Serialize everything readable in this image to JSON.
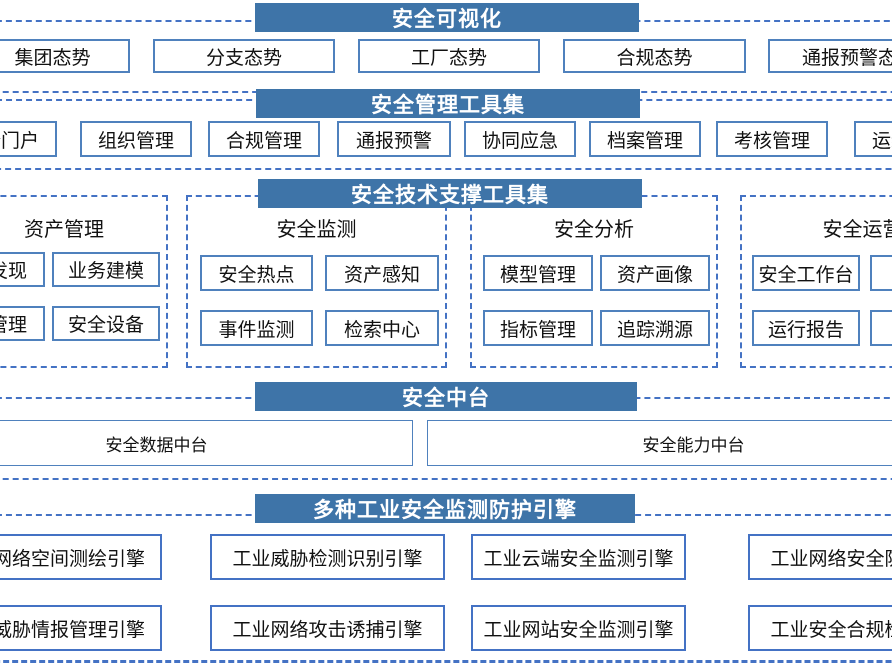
{
  "palette": {
    "header_fill": "#3e74a8",
    "header_text": "#ffffff",
    "box_border": "#4f81bd",
    "dashed_border": "#4472c4"
  },
  "sections": {
    "visualization": {
      "title": "安全可视化",
      "items": [
        "集团态势",
        "分支态势",
        "工厂态势",
        "合规态势",
        "通报预警态势"
      ]
    },
    "management": {
      "title": "安全管理工具集",
      "items": [
        "安全门户",
        "组织管理",
        "合规管理",
        "通报预警",
        "协同应急",
        "档案管理",
        "考核管理",
        "运维管理"
      ]
    },
    "tech_support": {
      "title": "安全技术支撑工具集",
      "panels": [
        {
          "title": "资产管理",
          "items": [
            "资产发现",
            "业务建模",
            "配置管理",
            "安全设备"
          ]
        },
        {
          "title": "安全监测",
          "items": [
            "安全热点",
            "资产感知",
            "事件监测",
            "检索中心"
          ]
        },
        {
          "title": "安全分析",
          "items": [
            "模型管理",
            "资产画像",
            "指标管理",
            "追踪溯源"
          ]
        },
        {
          "title": "安全运营",
          "items": [
            "安全工作台",
            "",
            "运行报告",
            ""
          ]
        }
      ]
    },
    "middle_platform": {
      "title": "安全中台",
      "items": [
        "安全数据中台",
        "安全能力中台"
      ]
    },
    "engines": {
      "title": "多种工业安全监测防护引擎",
      "items": [
        "工业网络空间测绘引擎",
        "工业威胁检测识别引擎",
        "工业云端安全监测引擎",
        "工业网络安全防护引擎",
        "工业威胁情报管理引擎",
        "工业网络攻击诱捕引擎",
        "工业网站安全监测引擎",
        "工业安全合规检测引擎"
      ]
    }
  }
}
